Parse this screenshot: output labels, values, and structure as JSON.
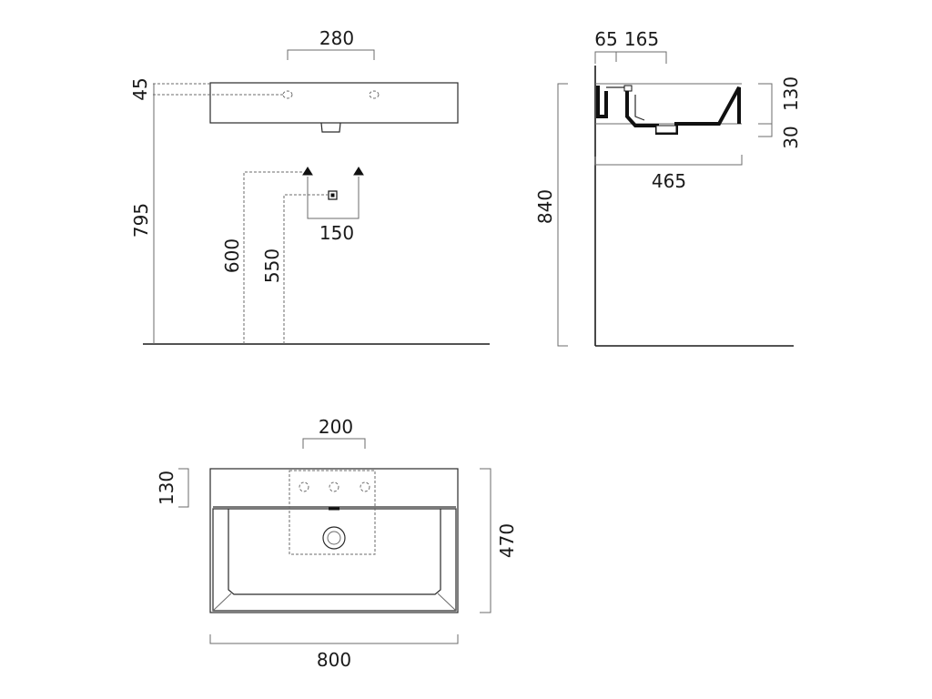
{
  "front_view": {
    "dim_tap_spacing": "280",
    "dim_top_offset": "45",
    "dim_rim_height": "795",
    "dim_supply_height": "600",
    "dim_waste_height": "550",
    "dim_supply_spacing": "150"
  },
  "side_view": {
    "dim_tap_offset": "65",
    "dim_tap_depth": "165",
    "dim_basin_height": "130",
    "dim_bottom_thickness": "30",
    "dim_depth": "465",
    "dim_total_height": "840"
  },
  "top_view": {
    "dim_hole_span": "200",
    "dim_deck_depth": "130",
    "dim_total_depth": "470",
    "dim_width": "800"
  }
}
